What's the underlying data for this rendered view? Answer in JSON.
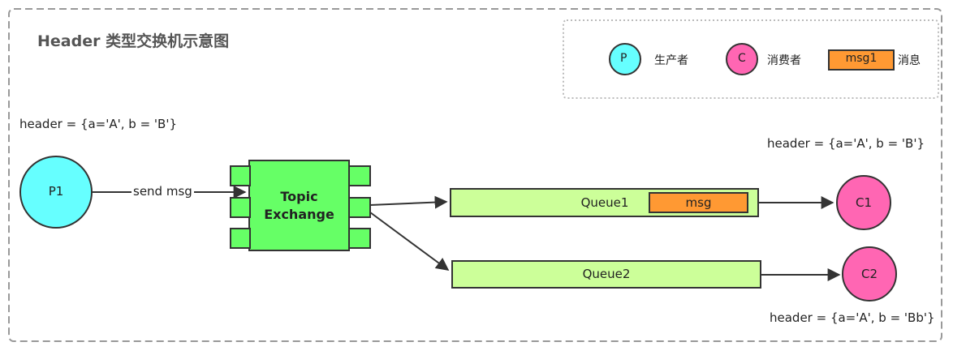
{
  "title": "Header  类型交换机示意图",
  "legend": {
    "producer": {
      "symbol": "P",
      "label": "生产者"
    },
    "consumer": {
      "symbol": "C",
      "label": "消费者"
    },
    "message": {
      "symbol": "msg1",
      "label": "消息"
    }
  },
  "producer": {
    "name": "P1",
    "header": "header = {a='A', b = 'B'}"
  },
  "edge_send_label": "send msg",
  "exchange": {
    "line1": "Topic",
    "line2": "Exchange"
  },
  "queues": [
    {
      "name": "Queue1",
      "message": "msg"
    },
    {
      "name": "Queue2"
    }
  ],
  "consumers": [
    {
      "name": "C1",
      "header": "header = {a='A', b = 'B'}"
    },
    {
      "name": "C2",
      "header": "header = {a='A', b = 'Bb'}"
    }
  ],
  "colors": {
    "producer": "#66FFFF",
    "consumer": "#FF66B3",
    "message": "#FF9933",
    "exchange": "#66FF66",
    "queue": "#CCFF99",
    "border": "#999999",
    "stroke": "#333333"
  }
}
